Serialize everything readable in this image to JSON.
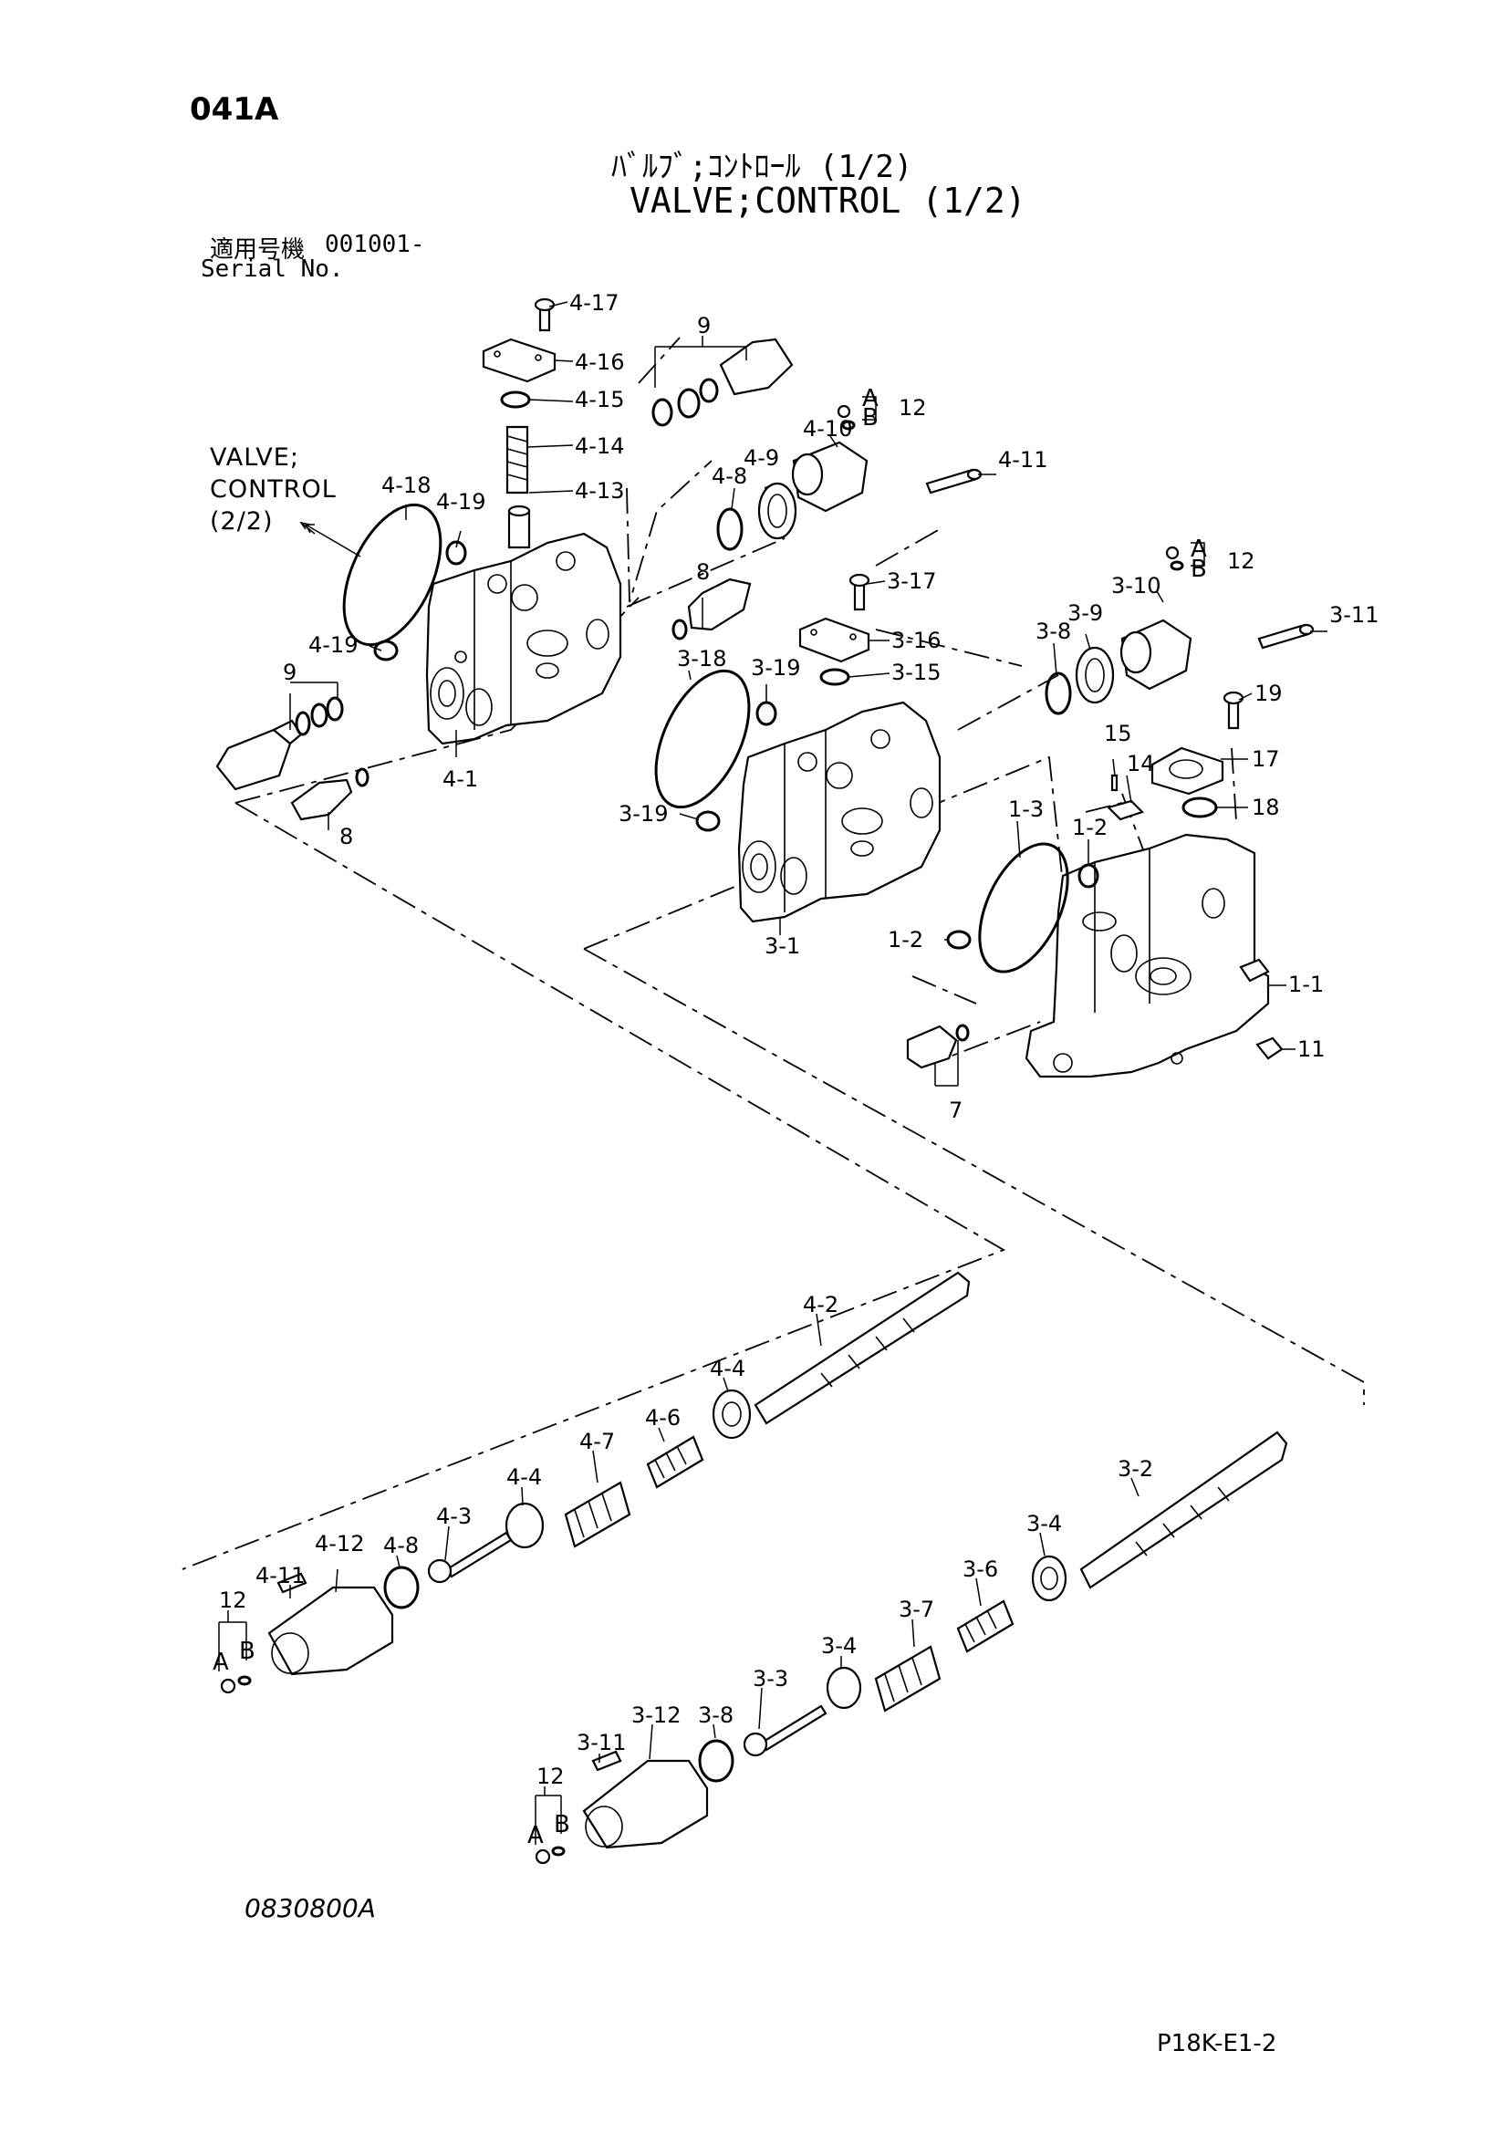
{
  "header": {
    "page_code": "041A",
    "title_ja": "ﾊﾞﾙﾌﾞ;ｺﾝﾄﾛｰﾙ (1/2)",
    "title_en": "VALVE;CONTROL (1/2)",
    "serial_label_ja": "適用号機",
    "serial_value": "001001-",
    "serial_label_en": "Serial No."
  },
  "cross_reference": {
    "line1": "VALVE;",
    "line2": "CONTROL",
    "line3": "(2/2)"
  },
  "callouts": {
    "c4_17": "4-17",
    "c9_top": "9",
    "c4_16": "4-16",
    "c4_15": "4-15",
    "c4_14": "4-14",
    "c4_13": "4-13",
    "c4_18": "4-18",
    "c4_19_top": "4-19",
    "c4_19_left": "4-19",
    "c9_left": "9",
    "c4_1": "4-1",
    "c8_left": "8",
    "c4_8_top": "4-8",
    "c4_9": "4-9",
    "c4_10": "4-10",
    "c12_a": "12",
    "c4_11_top": "4-11",
    "c8_mid": "8",
    "c3_17": "3-17",
    "c3_16": "3-16",
    "c3_15": "3-15",
    "c3_18": "3-18",
    "c3_19_top": "3-19",
    "c3_19_left": "3-19",
    "c3_1": "3-1",
    "c3_8_top": "3-8",
    "c3_9": "3-9",
    "c3_10": "3-10",
    "c12_b": "12",
    "c3_11_top": "3-11",
    "c19": "19",
    "c15": "15",
    "c14": "14",
    "c17": "17",
    "c18": "18",
    "c1_3": "1-3",
    "c1_2_top": "1-2",
    "c1_2_left": "1-2",
    "c1_1": "1-1",
    "c11": "11",
    "c7": "7",
    "c4_2": "4-2",
    "c4_4_top": "4-4",
    "c4_6": "4-6",
    "c4_7": "4-7",
    "c4_4_low": "4-4",
    "c4_3": "4-3",
    "c4_12": "4-12",
    "c4_8_low": "4-8",
    "c4_11_low": "4-11",
    "c12_c": "12",
    "c3_2": "3-2",
    "c3_4_top": "3-4",
    "c3_6": "3-6",
    "c3_7": "3-7",
    "c3_4_low": "3-4",
    "c3_3": "3-3",
    "c3_12": "3-12",
    "c3_8_low": "3-8",
    "c3_11_low": "3-11",
    "c12_d": "12"
  },
  "port_labels": {
    "a": "A",
    "b": "B"
  },
  "footer": {
    "figure_number": "0830800A",
    "page_reference": "P18K-E1-2"
  }
}
